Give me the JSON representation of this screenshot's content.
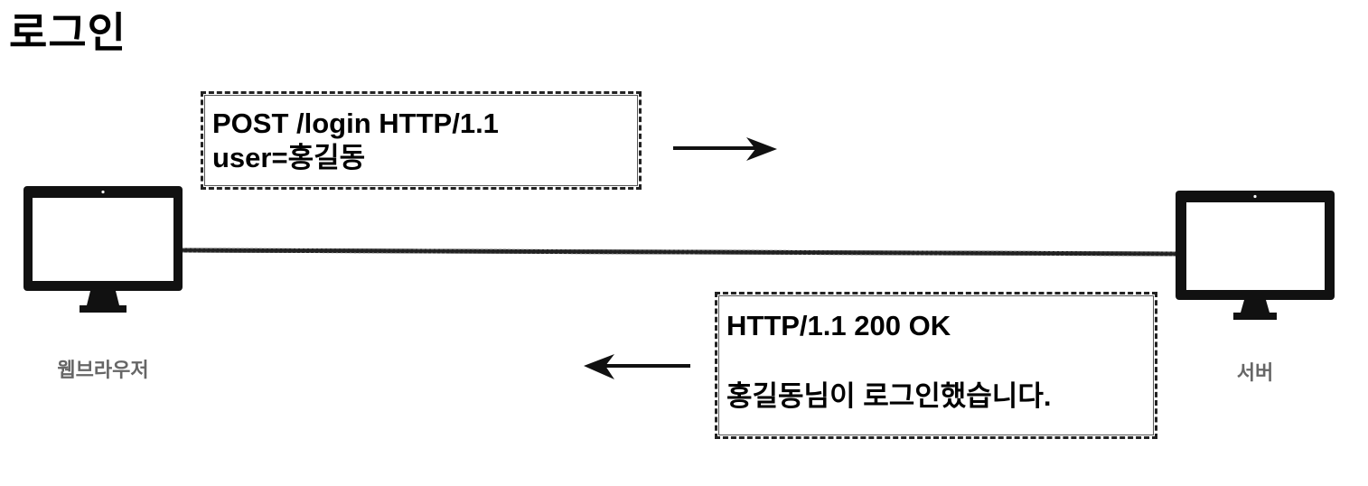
{
  "title": "로그인",
  "request": {
    "line1": "POST /login HTTP/1.1",
    "line2": "user=홍길동"
  },
  "response": {
    "status": "HTTP/1.1 200 OK",
    "body": "홍길동님이 로그인했습니다."
  },
  "nodes": {
    "client": "웹브라우저",
    "server": "서버"
  },
  "colors": {
    "stroke": "#111111",
    "label_gray": "#666666"
  },
  "icons": [
    "monitor-icon",
    "arrow-right-icon",
    "arrow-left-icon"
  ]
}
